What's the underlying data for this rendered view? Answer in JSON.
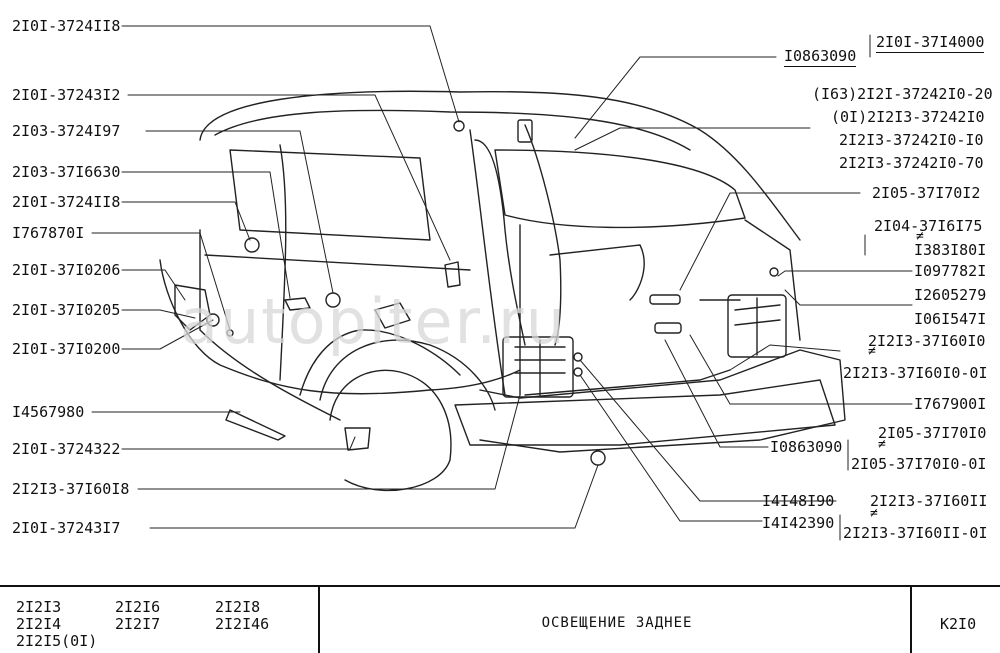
{
  "left_labels": [
    "2I0I-3724II8",
    "2I0I-37243I2",
    "2I03-3724I97",
    "2I03-37I6630",
    "2I0I-3724II8",
    "I767870I",
    "2I0I-37I0206",
    "2I0I-37I0205",
    "2I0I-37I0200",
    "I4567980",
    "2I0I-3724322",
    "2I2I3-37I60I8",
    "2I0I-37243I7"
  ],
  "right_labels": {
    "r1": "2I0I-37I4000",
    "r2": "I0863090",
    "r3a": "(I63)2I2I-37242I0-20",
    "r3b": "(0I)2I2I3-37242I0",
    "r3c": "2I2I3-37242I0-I0",
    "r3d": "2I2I3-37242I0-70",
    "r4": "2I05-37I70I2",
    "r5a": "2I04-37I6I75",
    "r5b": "I383I80I",
    "r6": "I097782I",
    "r7a": "I2605279",
    "r7b": "I06I547I",
    "r8a": "2I2I3-37I60I0",
    "r8b": "2I2I3-37I60I0-0I",
    "r9": "I767900I",
    "r10": "I0863090",
    "r11a": "2I05-37I70I0",
    "r11b": "2I05-37I70I0-0I",
    "r12a": "I4I48I90",
    "r12b": "I4I42390",
    "r13a": "2I2I3-37I60II",
    "r13b": "2I2I3-37I60II-0I",
    "ne": "≠"
  },
  "watermark": "autopiter.ru",
  "models": [
    "2I2I3",
    "2I2I4",
    "2I2I5(0I)",
    "2I2I6",
    "2I2I7",
    "2I2I8",
    "2I2I46"
  ],
  "title": "ОСВЕЩЕНИЕ  ЗАДНЕЕ",
  "sheet": "K2I0"
}
